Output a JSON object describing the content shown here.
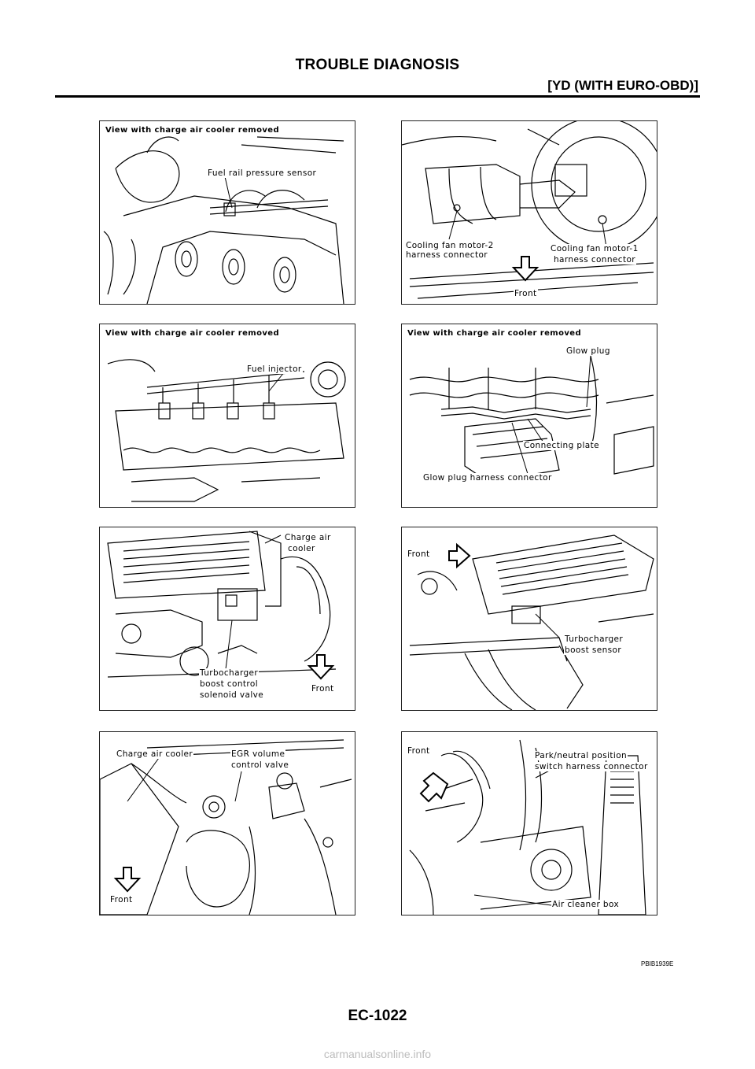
{
  "header": {
    "title": "TROUBLE DIAGNOSIS",
    "section": "[YD (WITH EURO-OBD)]"
  },
  "panels": [
    {
      "title": "View with charge air cooler removed",
      "labels": [
        "Fuel rail pressure sensor"
      ]
    },
    {
      "labels": [
        "Cooling fan motor-2",
        "harness connector",
        "Cooling fan motor-1",
        "harness connector",
        "Front"
      ]
    },
    {
      "title": "View with charge air cooler removed",
      "labels": [
        "Fuel injector"
      ]
    },
    {
      "title": "View with charge air cooler removed",
      "labels": [
        "Glow plug",
        "Connecting plate",
        "Glow plug harness connector"
      ]
    },
    {
      "labels": [
        "Charge air",
        "cooler",
        "Turbocharger",
        "boost control",
        "solenoid valve",
        "Front"
      ]
    },
    {
      "labels": [
        "Front",
        "Turbocharger",
        "boost sensor"
      ]
    },
    {
      "labels": [
        "Charge air cooler",
        "EGR volume",
        "control valve",
        "Front"
      ]
    },
    {
      "labels": [
        "Front",
        "Park/neutral position",
        "switch harness connector",
        "Air cleaner box"
      ]
    }
  ],
  "figure_id": "PBIB1939E",
  "page_number": "EC-1022",
  "watermark": "carmanualsonline.info",
  "colors": {
    "ink": "#000000",
    "line": "#222222",
    "watermark": "#bcbcbc"
  }
}
